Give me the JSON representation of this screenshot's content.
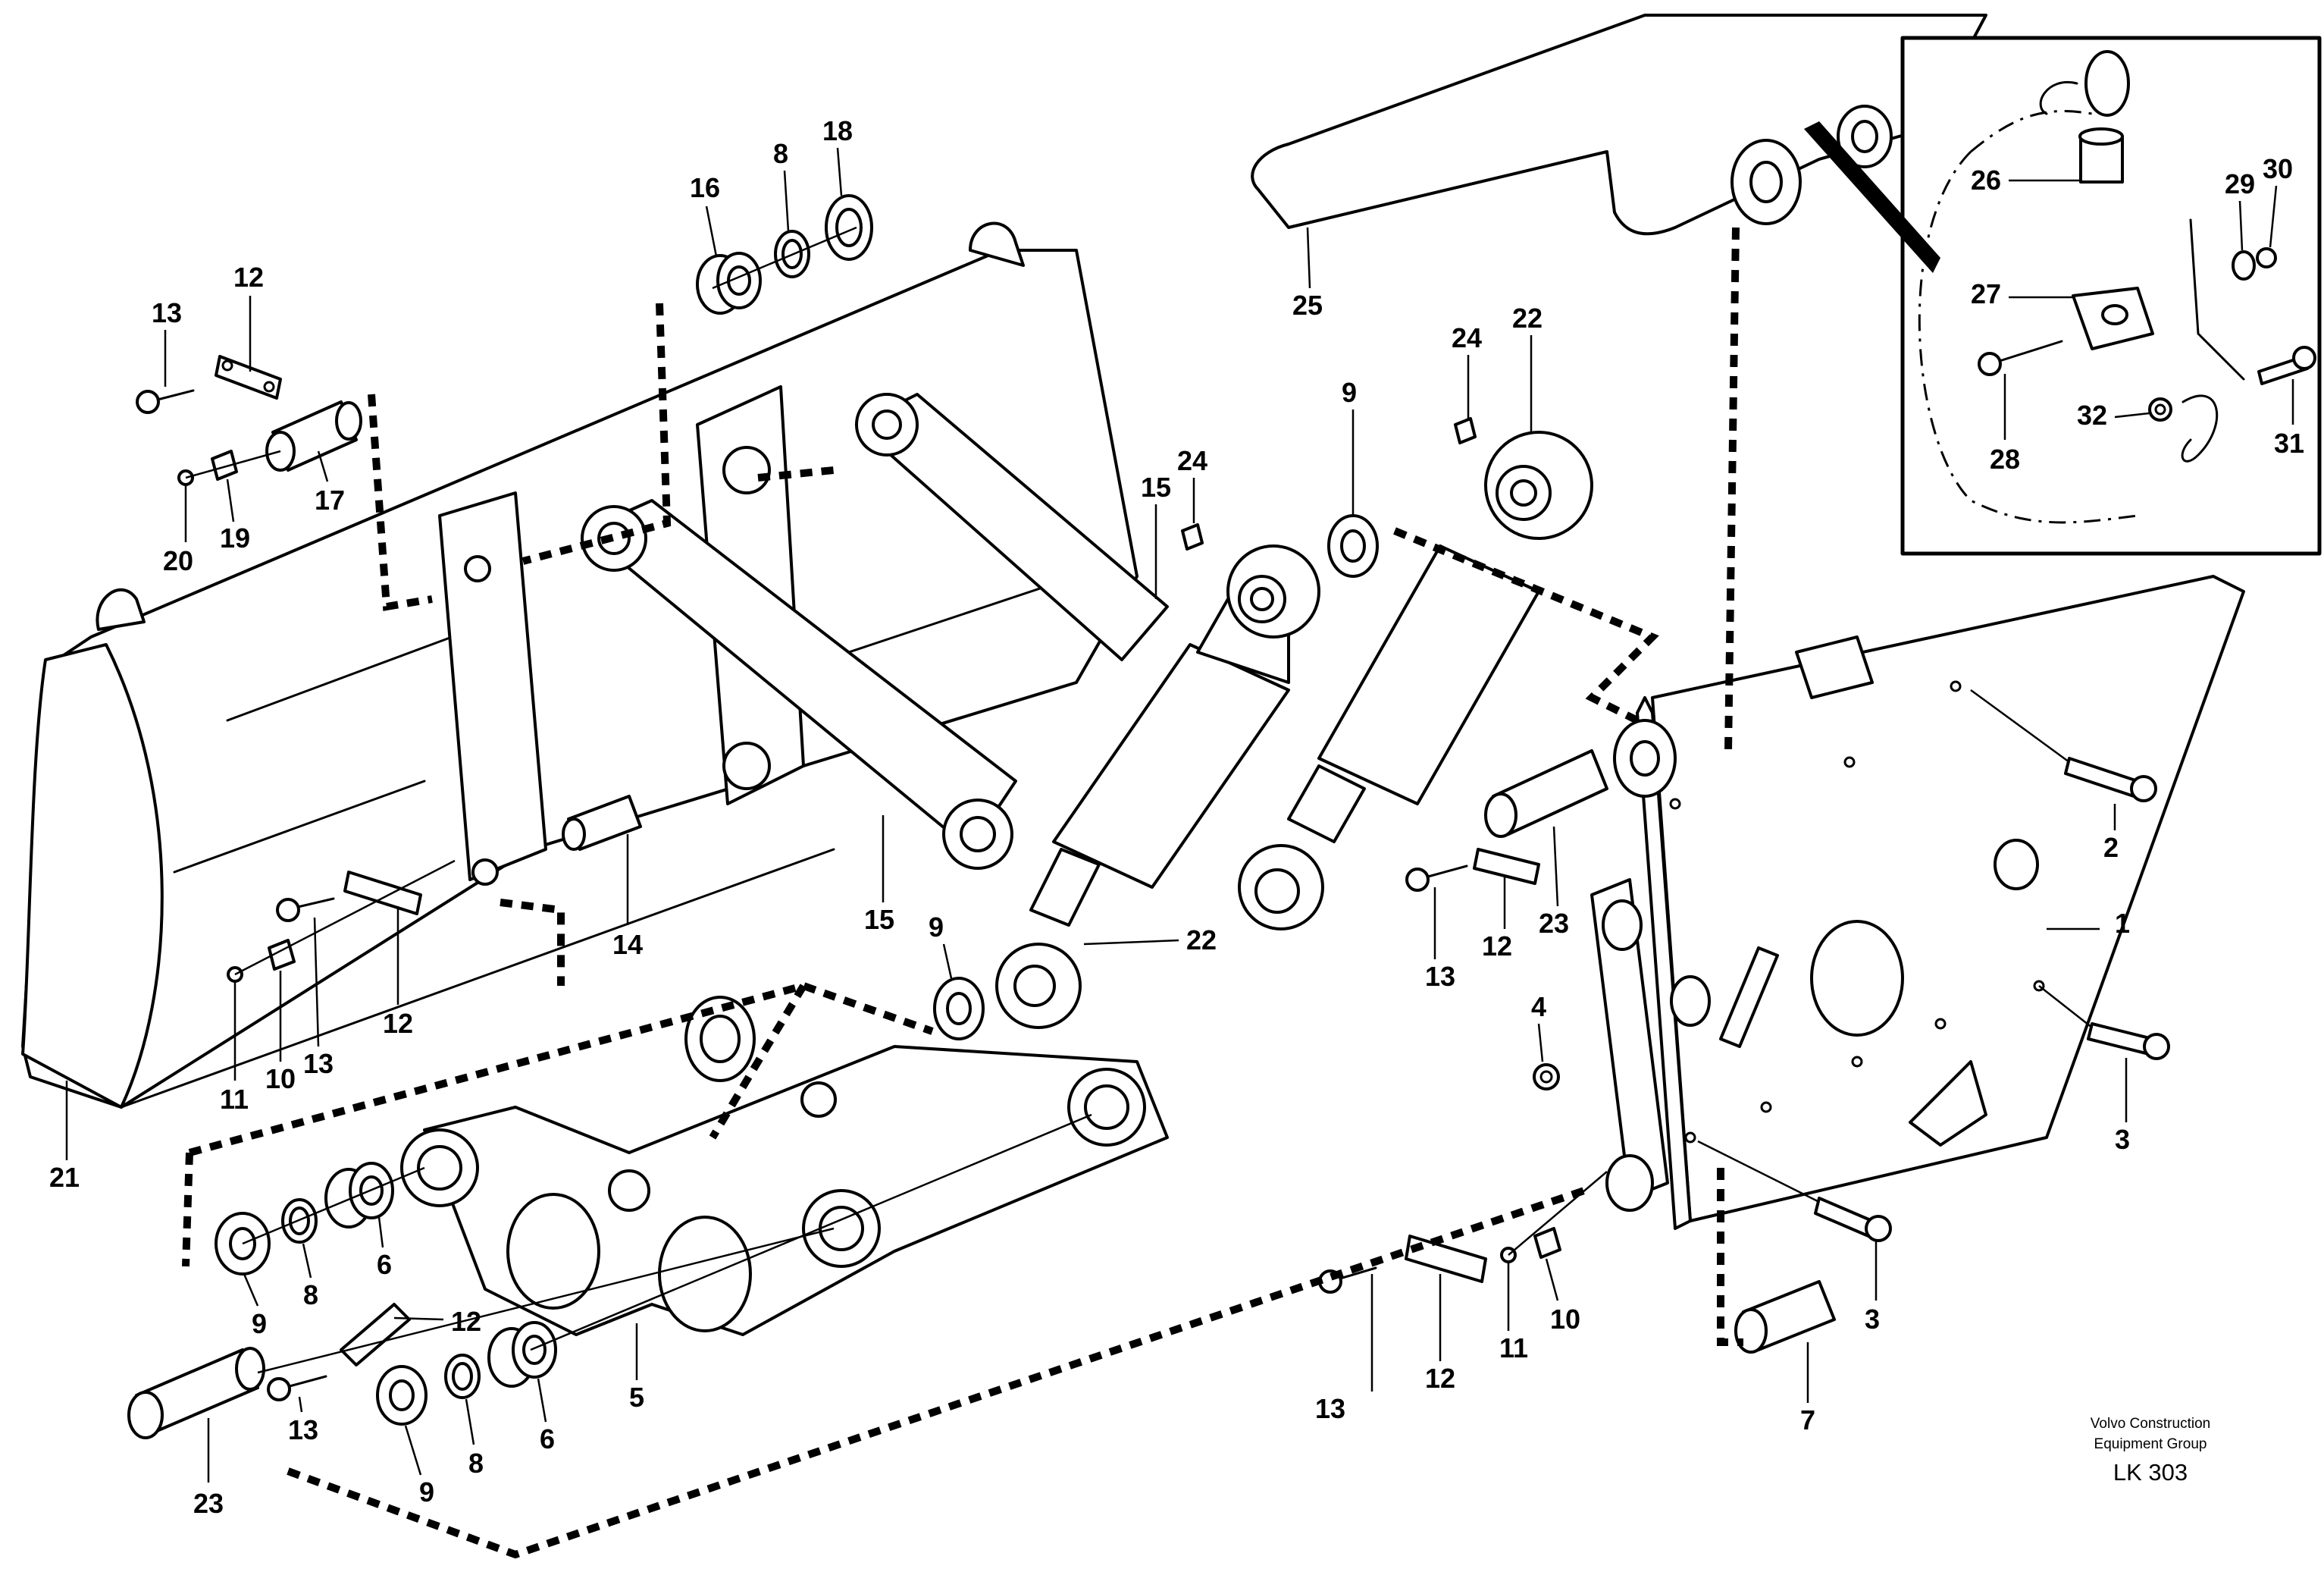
{
  "diagram": {
    "callouts": [
      "1",
      "2",
      "3",
      "3",
      "4",
      "5",
      "6",
      "6",
      "7",
      "8",
      "8",
      "8",
      "9",
      "9",
      "9",
      "9",
      "10",
      "10",
      "11",
      "11",
      "12",
      "12",
      "12",
      "12",
      "12",
      "13",
      "13",
      "13",
      "13",
      "13",
      "14",
      "15",
      "15",
      "16",
      "17",
      "18",
      "19",
      "20",
      "21",
      "22",
      "22",
      "23",
      "23",
      "24",
      "24",
      "25",
      "26",
      "27",
      "28",
      "29",
      "30",
      "31",
      "32"
    ],
    "footer": {
      "brand_line1": "Volvo Construction",
      "brand_line2": "Equipment Group",
      "code": "LK 303"
    }
  }
}
